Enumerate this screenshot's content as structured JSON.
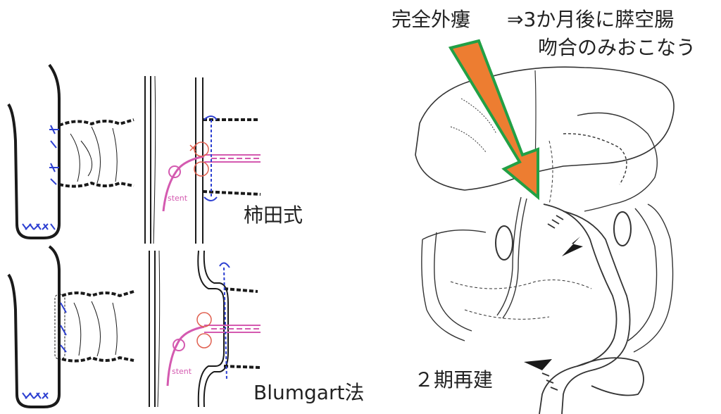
{
  "annotations": {
    "fistula_title": "完全外瘻",
    "plan_line1": "⇒3か月後に膵空腸",
    "plan_line2": "吻合のみおこなう",
    "kakita": "柿田式",
    "blumgart": "Blumgart法",
    "second_stage": "２期再建",
    "stent_upper": "stent",
    "stent_lower": "stent"
  },
  "colors": {
    "arrow_fill": "#ed7d31",
    "arrow_border": "#22a045",
    "suture_blue": "#2c3fd1",
    "stent_pink": "#d45ab0",
    "knot_red": "#e06050",
    "line": "#1a1a1a"
  }
}
